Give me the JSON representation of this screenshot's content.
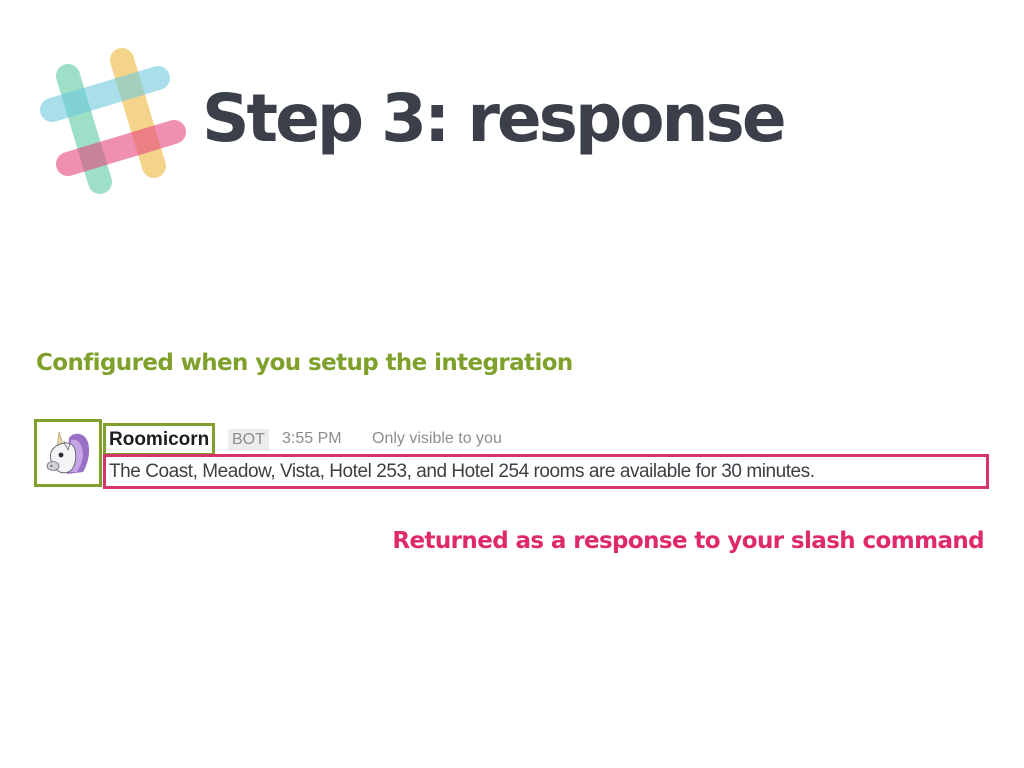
{
  "slide": {
    "title": "Step 3: response",
    "logo_icon": "slack-hash-logo-icon"
  },
  "annotations": {
    "configured": "Configured when you setup the integration",
    "returned": "Returned as a response to your slash command"
  },
  "message": {
    "avatar_icon": "unicorn-icon",
    "author": "Roomicorn",
    "badge": "BOT",
    "time": "3:55 PM",
    "visibility": "Only visible to you",
    "text": "The Coast, Meadow, Vista, Hotel 253, and Hotel 254 rooms are available for 30 minutes."
  },
  "colors": {
    "title": "#3a3f4a",
    "config_green": "#7fa12b",
    "response_pink": "#e0296b",
    "meta_gray": "#8a8d91"
  }
}
